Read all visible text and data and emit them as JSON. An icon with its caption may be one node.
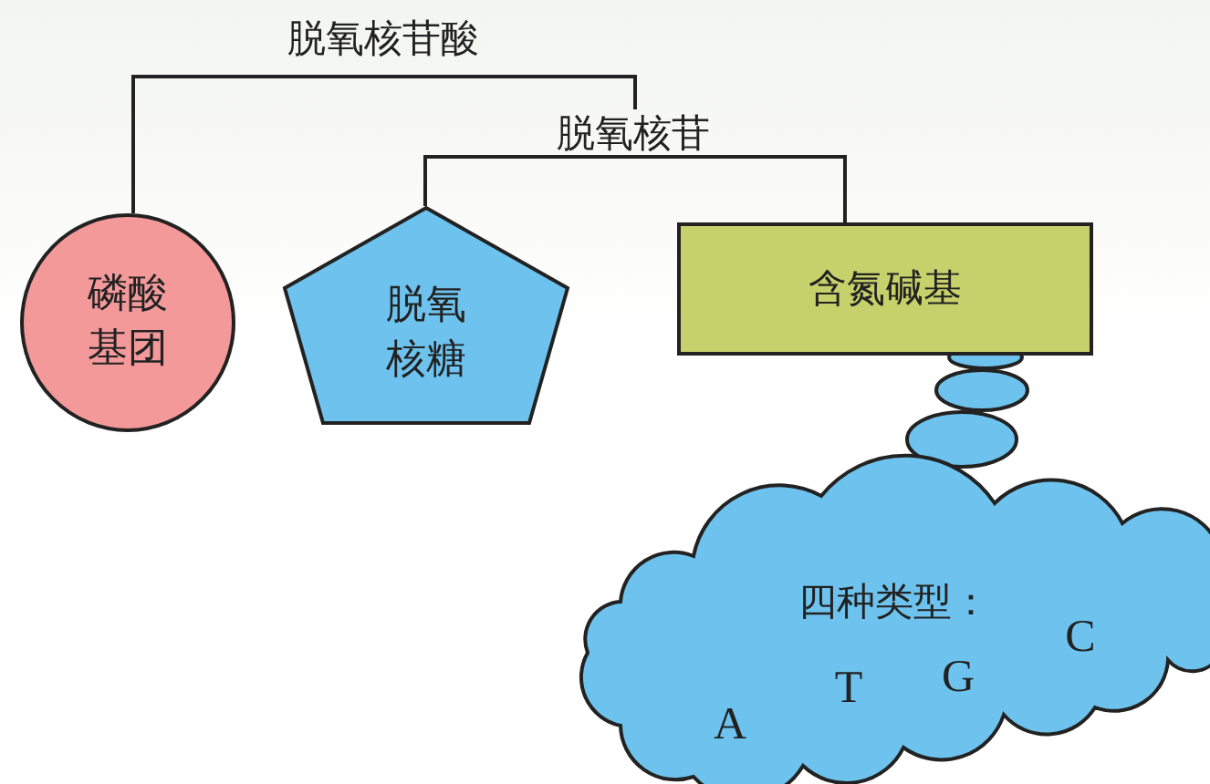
{
  "diagram": {
    "nodes": [
      {
        "text": [
          "磷酸基团"
        ]
      },
      {
        "text": [
          "脱氧核糖"
        ]
      },
      {
        "text": [
          "含氮碱基"
        ]
      },
      {
        "text": [
          "脱氧核苷"
        ]
      },
      {
        "text": [
          "四种类型：",
          "A",
          "T",
          "G",
          "C"
        ]
      }
    ],
    "edges": [
      {
        "from": 0,
        "to": 3,
        "arrow": "none",
        "label": "脱氧核苷酸"
      },
      {
        "from": 1,
        "to": 2,
        "arrow": "none"
      }
    ]
  }
}
